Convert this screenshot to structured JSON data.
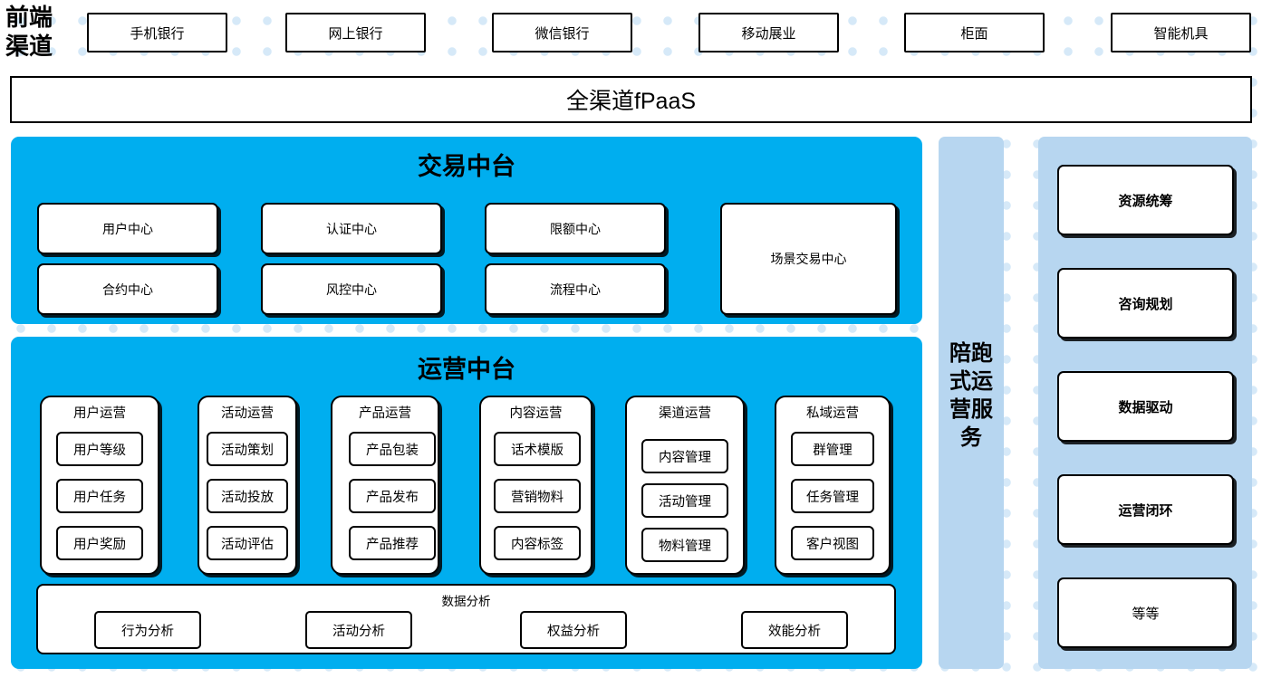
{
  "background": {
    "dot_color": "#d6e9f8",
    "page_bg": "#ffffff"
  },
  "colors": {
    "primary_blue": "#00AEEF",
    "light_blue": "#B7D6F0",
    "border": "#000000"
  },
  "front_channel": {
    "label": "前端渠道",
    "label_lines": [
      "前端",
      "渠道"
    ],
    "items": [
      {
        "label": "手机银行"
      },
      {
        "label": "网上银行"
      },
      {
        "label": "微信银行"
      },
      {
        "label": "移动展业"
      },
      {
        "label": "柜面"
      },
      {
        "label": "智能机具"
      }
    ]
  },
  "fpaas": {
    "label": "全渠道fPaaS"
  },
  "transaction_platform": {
    "title": "交易中台",
    "items": [
      {
        "label": "用户中心"
      },
      {
        "label": "认证中心"
      },
      {
        "label": "限额中心"
      },
      {
        "label": "合约中心"
      },
      {
        "label": "风控中心"
      },
      {
        "label": "流程中心"
      },
      {
        "label": "场景交易中心"
      }
    ]
  },
  "operation_platform": {
    "title": "运营中台",
    "columns": [
      {
        "title": "用户运营",
        "items": [
          "用户等级",
          "用户任务",
          "用户奖励"
        ]
      },
      {
        "title": "活动运营",
        "items": [
          "活动策划",
          "活动投放",
          "活动评估"
        ]
      },
      {
        "title": "产品运营",
        "items": [
          "产品包装",
          "产品发布",
          "产品推荐"
        ]
      },
      {
        "title": "内容运营",
        "items": [
          "话术模版",
          "营销物料",
          "内容标签"
        ]
      },
      {
        "title": "渠道运营",
        "items": [
          "内容管理",
          "活动管理",
          "物料管理"
        ]
      },
      {
        "title": "私域运营",
        "items": [
          "群管理",
          "任务管理",
          "客户视图"
        ]
      }
    ],
    "data_analysis": {
      "title": "数据分析",
      "items": [
        "行为分析",
        "活动分析",
        "权益分析",
        "效能分析"
      ]
    }
  },
  "service_sidebar": {
    "label": "陪跑式运营服务",
    "label_lines": [
      "陪跑",
      "式运",
      "营服",
      "务"
    ]
  },
  "service_items": [
    {
      "label": "资源统筹",
      "bold": true
    },
    {
      "label": "咨询规划",
      "bold": true
    },
    {
      "label": "数据驱动",
      "bold": true
    },
    {
      "label": "运营闭环",
      "bold": true
    },
    {
      "label": "等等",
      "bold": false
    }
  ]
}
